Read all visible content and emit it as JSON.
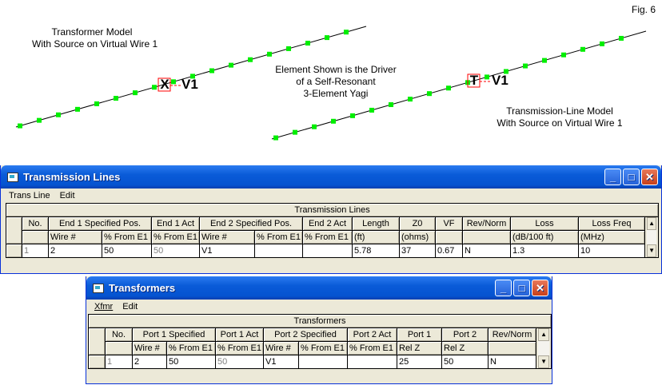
{
  "figure": {
    "fig_label": "Fig. 6",
    "left_caption": [
      "Transformer Model",
      "With Source on Virtual Wire 1"
    ],
    "center_caption": [
      "Element Shown is the Driver",
      "of a Self-Resonant",
      "3-Element Yagi"
    ],
    "right_caption": [
      "Transmission-Line Model",
      "With Source on Virtual Wire 1"
    ],
    "left_marker": "X",
    "right_marker": "T",
    "virtual_wire_label": "V1",
    "colors": {
      "segment": "#00EE00",
      "marker": "#FF0000",
      "wire": "#000000"
    }
  },
  "tl_window": {
    "title": "Transmission Lines",
    "menu": [
      "Trans Line",
      "Edit"
    ],
    "grid_title": "Transmission Lines",
    "headers": [
      "No.",
      "End 1 Specified Pos.",
      "End 1 Act",
      "End 2 Specified Pos.",
      "End 2 Act",
      "Length",
      "Z0",
      "VF",
      "Rev/Norm",
      "Loss",
      "Loss Freq"
    ],
    "subheaders": [
      "Wire #",
      "% From E1",
      "% From E1",
      "Wire #",
      "% From E1",
      "% From E1",
      "(ft)",
      "(ohms)",
      "(dB/100 ft)",
      "(MHz)"
    ],
    "row": {
      "no": "1",
      "e1_wire": "2",
      "e1_pct": "50",
      "e1_act": "50",
      "e2_wire": "V1",
      "e2_pct": "",
      "e2_act": "",
      "length": "5.78",
      "z0": "37",
      "vf": "0.67",
      "rev": "N",
      "loss": "1.3",
      "loss_freq": "10"
    }
  },
  "xf_window": {
    "title": "Transformers",
    "menu": [
      "Xfmr",
      "Edit"
    ],
    "grid_title": "Transformers",
    "headers": [
      "No.",
      "Port 1 Specified",
      "Port 1 Act",
      "Port 2 Specified",
      "Port 2 Act",
      "Port 1",
      "Port 2",
      "Rev/Norm"
    ],
    "subheaders": [
      "Wire #",
      "% From E1",
      "% From E1",
      "Wire #",
      "% From E1",
      "% From E1",
      "Rel Z",
      "Rel Z"
    ],
    "row": {
      "no": "1",
      "p1_wire": "2",
      "p1_pct": "50",
      "p1_act": "50",
      "p2_wire": "V1",
      "p2_pct": "",
      "p2_act": "",
      "p1_z": "25",
      "p2_z": "50",
      "rev": "N"
    }
  }
}
